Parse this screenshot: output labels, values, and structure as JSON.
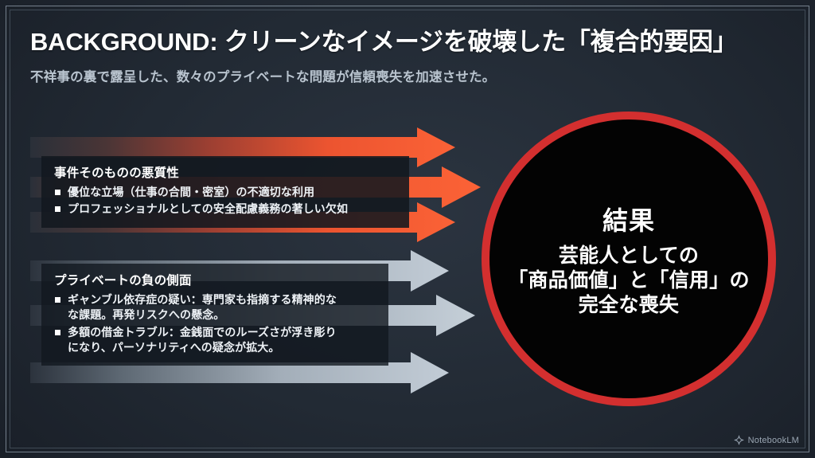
{
  "slide": {
    "title": "BACKGROUND: クリーンなイメージを破壊した「複合的要因」",
    "subtitle": "不祥事の裏で露呈した、数々のプライベートな問題が信頼喪失を加速させた。",
    "background_color": "#222a34",
    "accent_red": "#d32f2f",
    "accent_orange": "#f4512c",
    "accent_gray": "#b9c4cf"
  },
  "factors": [
    {
      "id": "incident-severity",
      "heading": "事件そのものの悪質性",
      "color": "#f4512c",
      "arrow_count": 3,
      "bullets": [
        "優位な立場（仕事の合間・密室）の不適切な利用",
        "プロフェッショナルとしての安全配慮義務の著しい欠如"
      ]
    },
    {
      "id": "private-negatives",
      "heading": "プライベートの負の側面",
      "color": "#b9c4cf",
      "arrow_count": 3,
      "bullets": [
        "ギャンブル依存症の疑い：専門家も指摘する精神的な",
        "な課題。再発リスクへの懸念。",
        "多額の借金トラブル：金銭面でのルーズさが浮き彫り",
        "になり、パーソナリティへの疑念が拡大。"
      ]
    }
  ],
  "result": {
    "label": "結果",
    "line1": "芸能人としての",
    "line2": "「商品価値」と「信用」の",
    "line3": "完全な喪失",
    "ring_color": "#d32f2f",
    "fill_color": "#030303"
  },
  "watermark": {
    "label": "NotebookLM",
    "icon": "notebooklm-spark-icon"
  }
}
